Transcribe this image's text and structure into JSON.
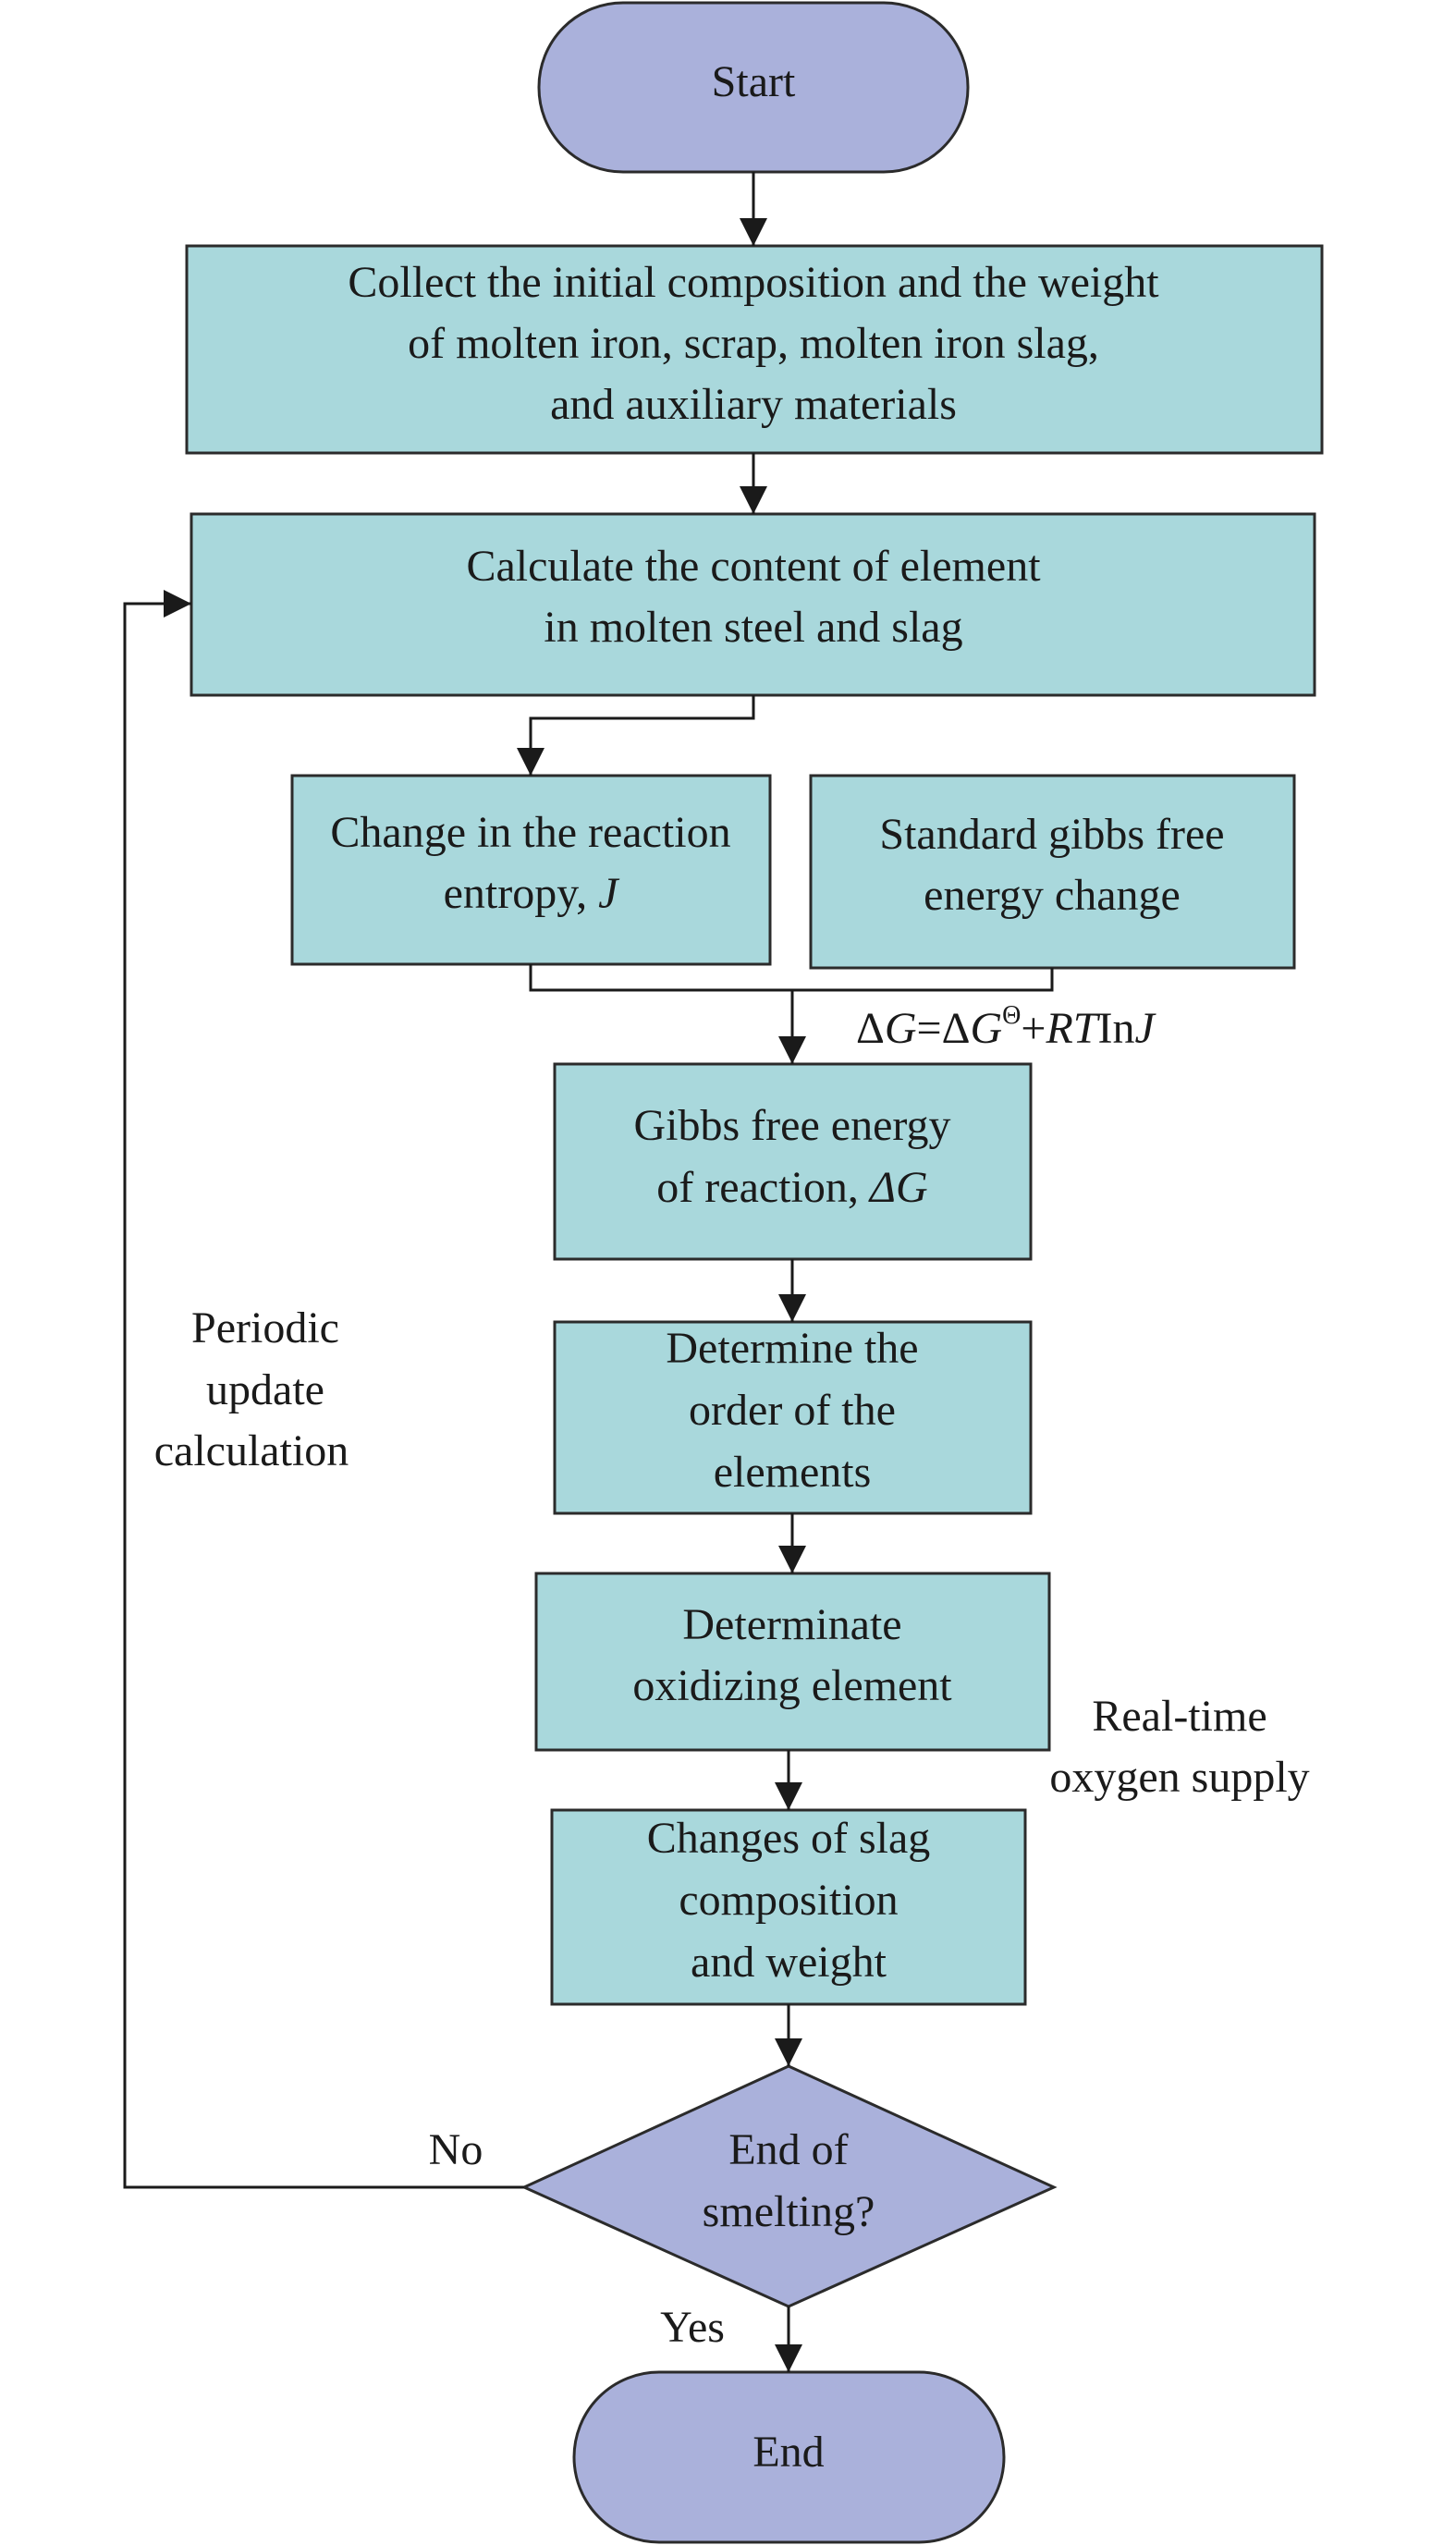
{
  "colors": {
    "process_fill": "#a9d8dc",
    "terminal_fill": "#aab1db",
    "decision_fill": "#aab1db",
    "line": "#1a1a1a"
  },
  "nodes": {
    "start": {
      "label": "Start"
    },
    "collect": {
      "lines": [
        "Collect the initial composition and the weight",
        "of molten iron, scrap, molten iron slag,",
        "and auxiliary materials"
      ]
    },
    "calculate": {
      "lines": [
        "Calculate the content of element",
        "in molten steel and slag"
      ]
    },
    "entropy": {
      "lines": [
        "Change in the reaction",
        "entropy, "
      ],
      "var": "J"
    },
    "standard": {
      "lines": [
        "Standard gibbs free",
        "energy change"
      ]
    },
    "gibbs": {
      "lines": [
        "Gibbs free energy",
        "of reaction, "
      ],
      "var": "ΔG"
    },
    "order": {
      "lines": [
        "Determine the",
        "order of the",
        "elements"
      ]
    },
    "oxidizing": {
      "lines": [
        "Determinate",
        "oxidizing element"
      ]
    },
    "slag": {
      "lines": [
        "Changes of slag",
        "composition",
        "and weight"
      ]
    },
    "decision": {
      "lines": [
        "End of",
        "smelting?"
      ]
    },
    "end": {
      "label": "End"
    }
  },
  "annotations": {
    "equation": {
      "delta1": "Δ",
      "g1": "G",
      "eq": "=",
      "delta2": "Δ",
      "g2": "G",
      "theta": "Θ",
      "plus": "+",
      "rt": "RT",
      "ln": "In",
      "j": "J"
    },
    "periodic": [
      "Periodic",
      "update",
      "calculation"
    ],
    "realtime": [
      "Real-time",
      "oxygen supply"
    ],
    "no_label": "No",
    "yes_label": "Yes"
  }
}
